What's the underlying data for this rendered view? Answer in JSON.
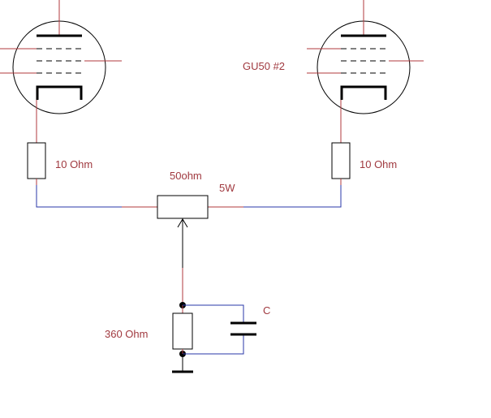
{
  "schematic": {
    "tube_left": {
      "label": ""
    },
    "tube_right": {
      "label": "GU50 #2"
    },
    "resistor_left": {
      "label": "10 Ohm"
    },
    "resistor_right": {
      "label": "10 Ohm"
    },
    "potentiometer": {
      "value": "50ohm",
      "power": "5W"
    },
    "cathode_resistor": {
      "label": "360 Ohm"
    },
    "capacitor": {
      "label": "C"
    }
  },
  "colors": {
    "label": "#a0393f",
    "pin": "#b03a3e",
    "wire": "#2a37a8",
    "component": "#000000"
  }
}
